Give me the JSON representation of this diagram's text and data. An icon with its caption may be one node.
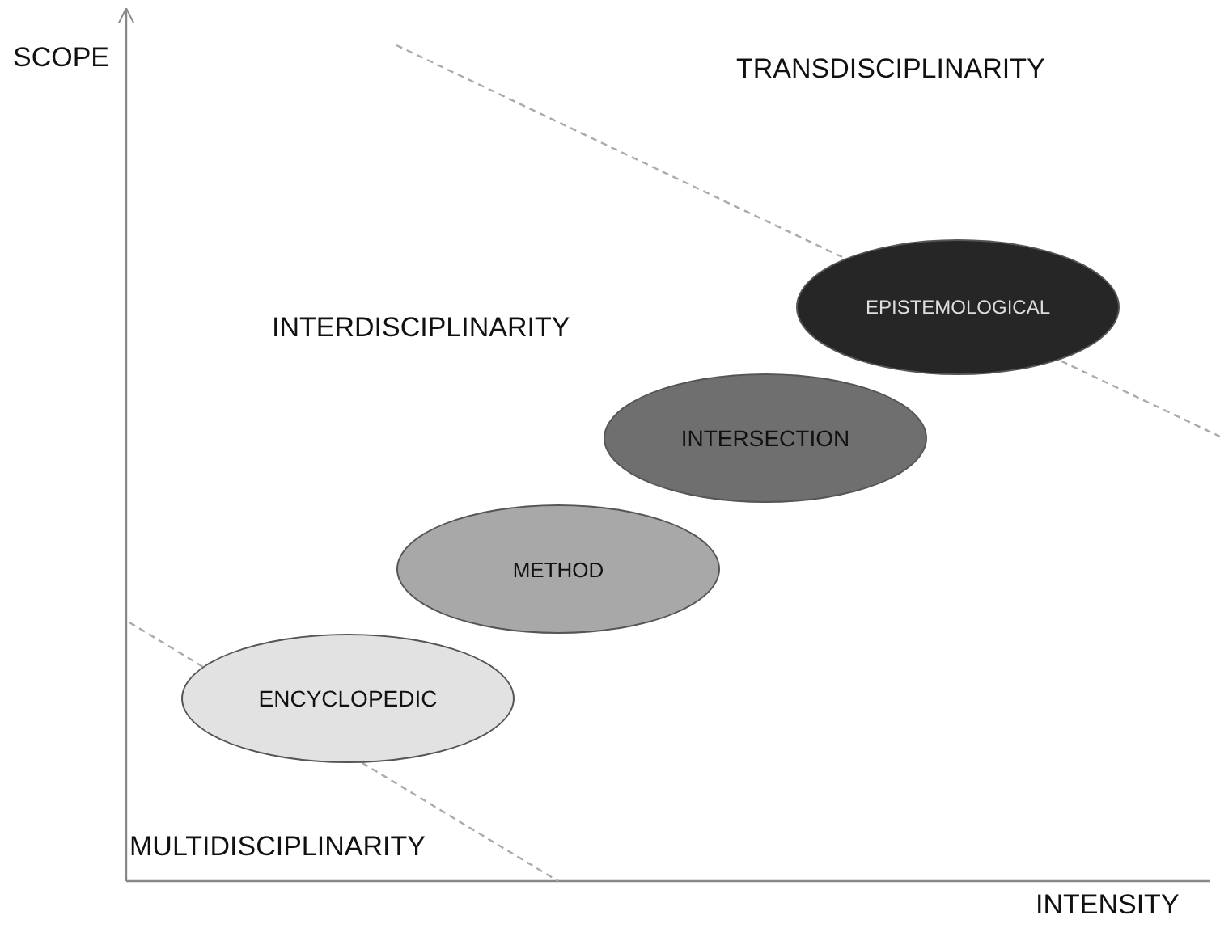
{
  "diagram": {
    "nodes": [
      {
        "text": [
          "ENCYCLOPEDIC"
        ]
      },
      {
        "text": [
          "METHOD"
        ]
      },
      {
        "text": [
          "INTERSECTION"
        ]
      },
      {
        "text": [
          "EPISTEMOLOGICAL"
        ]
      }
    ],
    "labels": [
      "SCOPE",
      "TRANSDISCIPLINARITY",
      "INTERDISCIPLINARITY",
      "MULTIDISCIPLINARITY",
      "INTENSITY"
    ]
  }
}
